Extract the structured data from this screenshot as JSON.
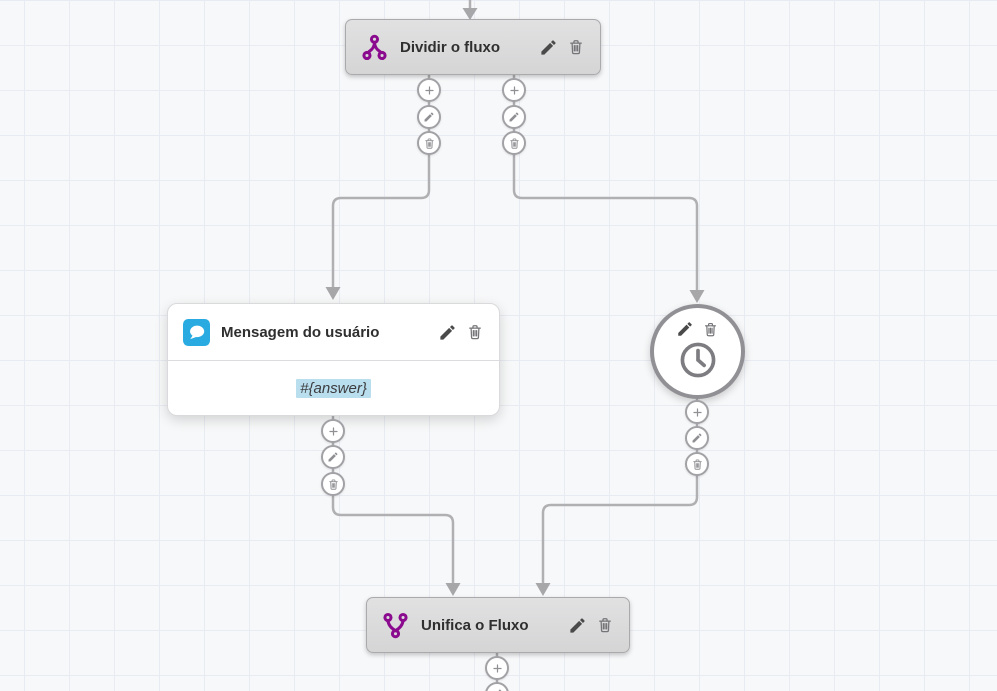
{
  "palette": {
    "canvas_bg": "#f7f8f9",
    "grid_line": "#e9ebf3",
    "connector": "#b0b0b3",
    "arrowhead": "#a7a7aa",
    "node_gray_bg": "#dbdbdc",
    "brand_purple": "#8b0b8e",
    "message_blue": "#29abe2",
    "variable_highlight": "#b9deee"
  },
  "icons": {
    "split": "split-icon",
    "merge": "merge-icon",
    "chat": "chat-bubble-icon",
    "clock": "clock-icon",
    "edit": "edit-pencil-icon",
    "delete": "trash-icon",
    "add": "plus-icon",
    "arrow": "arrowhead-icon"
  },
  "flow": {
    "split_node": {
      "title": "Dividir o fluxo"
    },
    "message_node": {
      "title": "Mensagem do usuário",
      "content": "#{answer}"
    },
    "timer_node": {},
    "merge_node": {
      "title": "Unifica o Fluxo"
    }
  }
}
